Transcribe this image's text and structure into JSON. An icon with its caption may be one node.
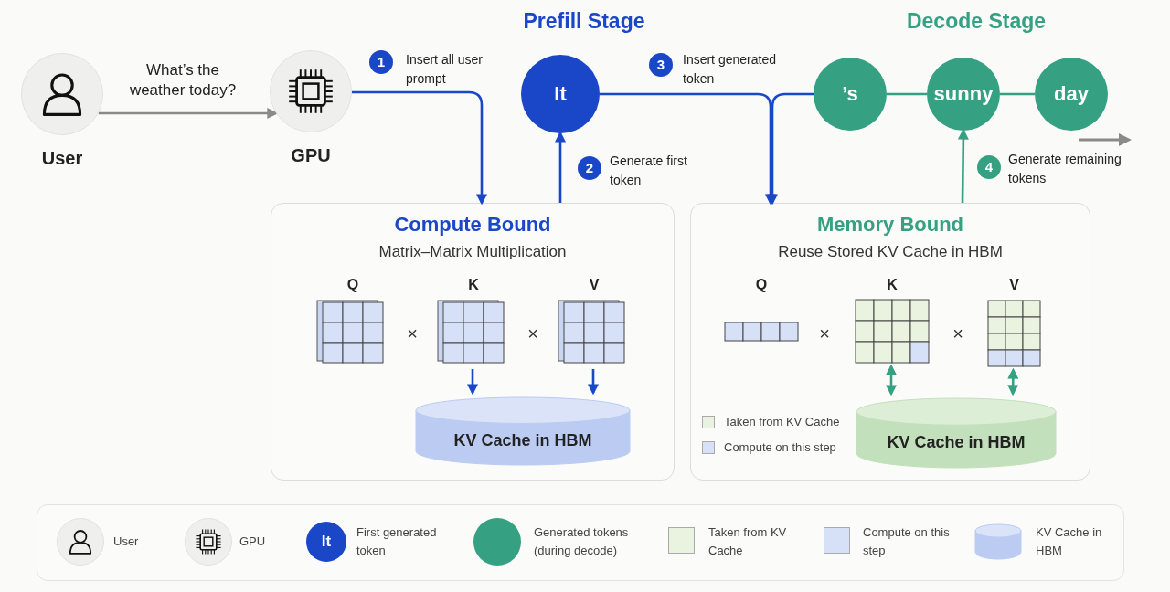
{
  "diagram": {
    "nodes": [
      {
        "text": [
          "User"
        ]
      },
      {
        "text": [
          "GPU"
        ]
      },
      {
        "text": [
          "It"
        ]
      },
      {
        "text": [
          "’s"
        ]
      },
      {
        "text": [
          "sunny"
        ]
      },
      {
        "text": [
          "day"
        ]
      },
      {
        "text": [
          "Compute Bound",
          "Matrix–Matrix Multiplication"
        ]
      },
      {
        "text": [
          "Q"
        ],
        "in": 6
      },
      {
        "text": [
          "K"
        ],
        "in": 6
      },
      {
        "text": [
          "V"
        ],
        "in": 6
      },
      {
        "text": [
          "KV Cache in HBM"
        ],
        "in": 6
      },
      {
        "text": [
          "Memory Bound",
          "Reuse Stored KV Cache in HBM"
        ]
      },
      {
        "text": [
          "Q"
        ],
        "in": 11
      },
      {
        "text": [
          "K"
        ],
        "in": 11
      },
      {
        "text": [
          "V"
        ],
        "in": 11
      },
      {
        "text": [
          "KV Cache in HBM"
        ],
        "in": 11
      }
    ],
    "edges": [
      {
        "from": 0,
        "to": 1,
        "arrow": "to",
        "label": "What’s the weather today?",
        "color": "#8a8a8a"
      },
      {
        "from": 1,
        "to": 6,
        "arrow": "to",
        "label": "Insert all user prompt"
      },
      {
        "from": 6,
        "to": 2,
        "arrow": "to",
        "label": "Generate first token"
      },
      {
        "from": 2,
        "to": 11,
        "arrow": "to",
        "label": "Insert generated token"
      },
      {
        "from": 3,
        "to": 11,
        "arrow": "to"
      },
      {
        "from": 3,
        "to": 4,
        "arrow": "none",
        "color": "#36a083"
      },
      {
        "from": 4,
        "to": 5,
        "arrow": "none",
        "color": "#36a083"
      },
      {
        "from": 11,
        "to": 4,
        "arrow": "to",
        "label": "Generate remaining tokens",
        "color": "#36a083"
      },
      {
        "from": 8,
        "to": 10,
        "arrow": "to"
      },
      {
        "from": 9,
        "to": 10,
        "arrow": "to"
      },
      {
        "from": 13,
        "to": 15,
        "arrow": "both",
        "color": "#36a083"
      },
      {
        "from": 14,
        "to": 15,
        "arrow": "both",
        "color": "#36a083"
      }
    ],
    "labels": [
      "Prefill Stage",
      "Decode Stage",
      "1",
      "3",
      "2",
      "4",
      "×",
      "×",
      "×",
      "×",
      "It"
    ],
    "legend": [
      {
        "text": "Taken from KV Cache",
        "color": "#e9f3df"
      },
      {
        "text": "Compute on this step",
        "color": "#d6e0f7"
      },
      {
        "text": "User"
      },
      {
        "text": "GPU"
      },
      {
        "text": "First generated token",
        "color": "#1a47c8"
      },
      {
        "text": "Generated tokens (during decode)",
        "color": "#36a083"
      },
      {
        "text": "Taken from KV Cache",
        "color": "#e9f3df"
      },
      {
        "text": "Compute on this step",
        "color": "#d6e0f7"
      },
      {
        "text": "KV Cache in HBM"
      }
    ]
  }
}
